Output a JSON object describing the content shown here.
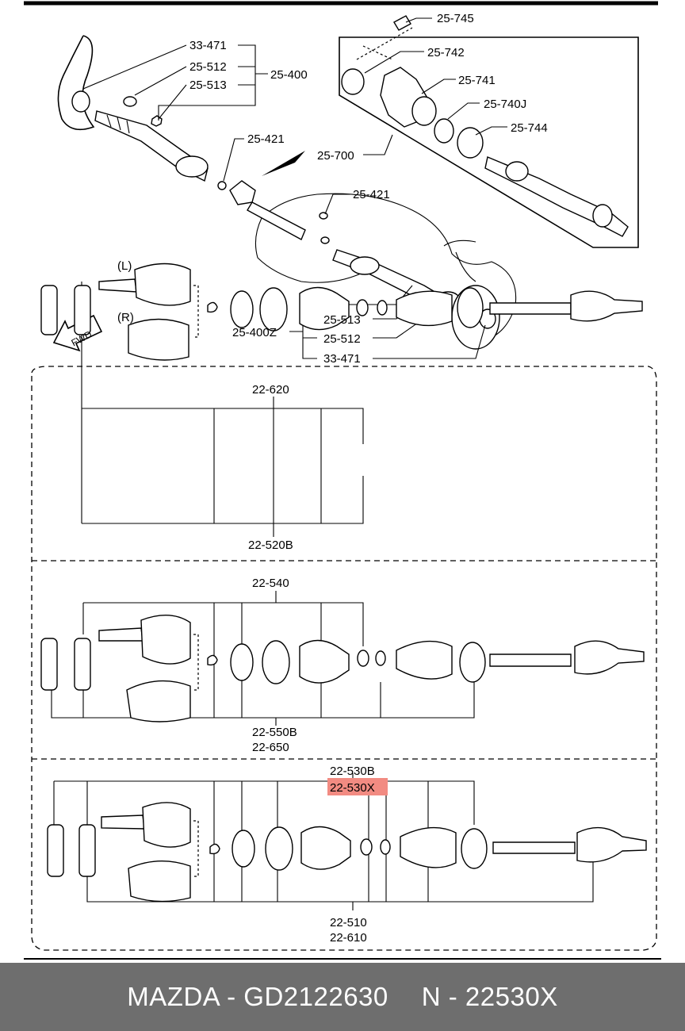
{
  "labels": {
    "top": {
      "l33_471": "33-471",
      "l25_512": "25-512",
      "l25_513": "25-513",
      "l25_400": "25-400",
      "l25_421_a": "25-421",
      "l25_421_b": "25-421",
      "l25_700": "25-700",
      "l25_745": "25-745",
      "l25_742": "25-742",
      "l25_741": "25-741",
      "l25_740j": "25-740J",
      "l25_744": "25-744",
      "l25_400z": "25-400Z",
      "l25_513_b": "25-513",
      "l25_512_b": "25-512",
      "l33_471_b": "33-471",
      "fwd": "FWD"
    },
    "section1": {
      "top": "22-620",
      "bottom": "22-520B",
      "left_side": "(L)",
      "right_side": "(R)"
    },
    "section2": {
      "top": "22-540",
      "bottom1": "22-550B",
      "bottom2": "22-650"
    },
    "section3": {
      "top": "22-530B",
      "highlight": "22-530X",
      "bottom1": "22-510",
      "bottom2": "22-610"
    }
  },
  "colors": {
    "highlight": "#f28b82",
    "footer_bg": "#6e6e6e",
    "footer_text": "#ffffff"
  },
  "footer": {
    "brand": "MAZDA - GD2122630",
    "code": "N - 22530X"
  }
}
